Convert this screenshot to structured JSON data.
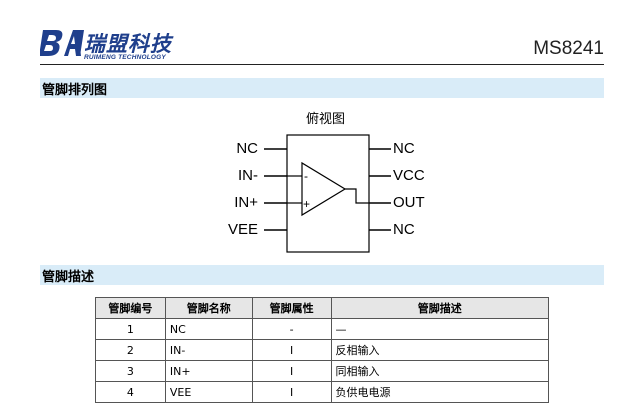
{
  "header": {
    "company_cn": "瑞盟科技",
    "company_en": "RUIMENG TECHNOLOGY",
    "part_number": "MS8241",
    "brand_color": "#1f3f8c"
  },
  "sections": {
    "pinout_title": "管脚排列图",
    "description_title": "管脚描述"
  },
  "diagram": {
    "view_title": "俯视图",
    "left_pins": [
      "NC",
      "IN-",
      "IN+",
      "VEE"
    ],
    "right_pins": [
      "NC",
      "VCC",
      "OUT",
      "NC"
    ],
    "minus_sign": "-",
    "plus_sign": "+"
  },
  "pin_table": {
    "headers": [
      "管脚编号",
      "管脚名称",
      "管脚属性",
      "管脚描述"
    ],
    "rows": [
      [
        "1",
        "NC",
        "-",
        "—"
      ],
      [
        "2",
        "IN-",
        "I",
        "反相输入"
      ],
      [
        "3",
        "IN+",
        "I",
        "同相输入"
      ],
      [
        "4",
        "VEE",
        "I",
        "负供电电源"
      ]
    ]
  }
}
